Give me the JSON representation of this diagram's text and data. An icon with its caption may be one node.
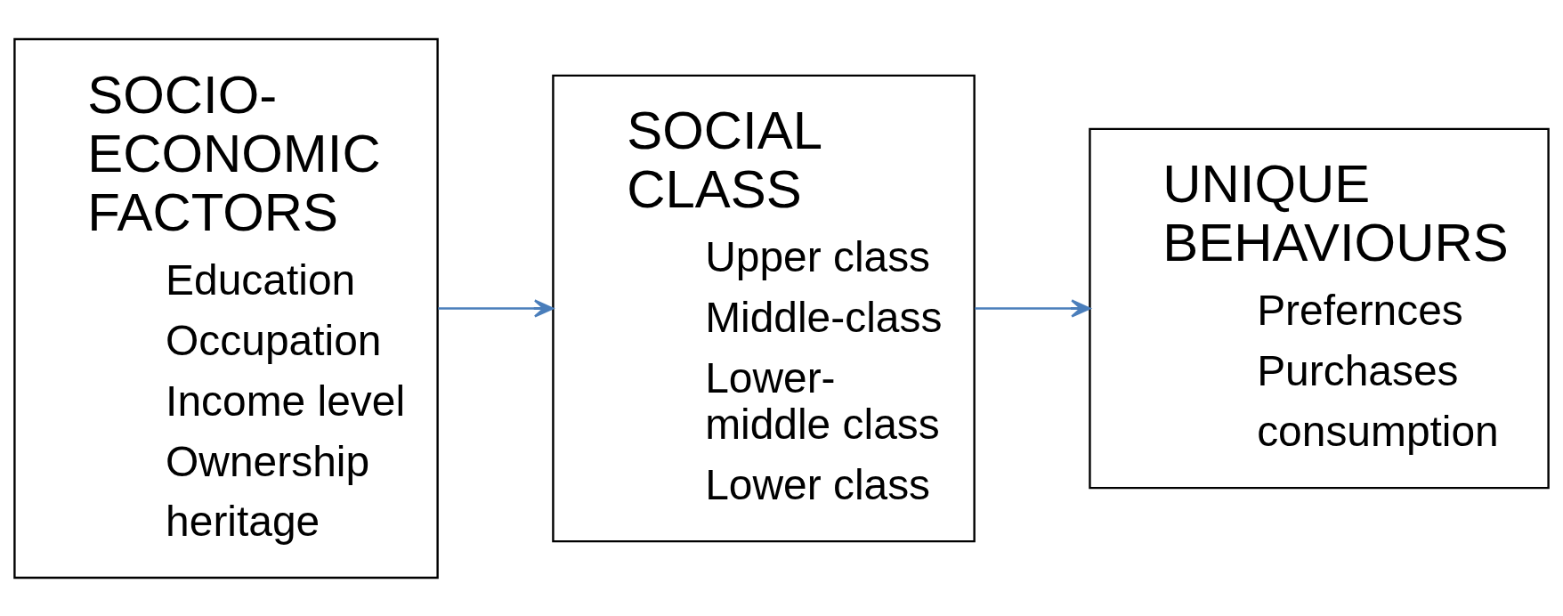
{
  "diagram": {
    "nodes": [
      {
        "text": [
          "SOCIO- ECONOMIC FACTORS",
          "Education",
          "Occupation",
          "Income level",
          "Ownership",
          "heritage"
        ]
      },
      {
        "text": [
          "SOCIAL CLASS",
          "Upper class",
          "Middle-class",
          "Lower- middle class",
          "Lower class"
        ]
      },
      {
        "text": [
          "UNIQUE BEHAVIOURS",
          "Prefernces",
          "Purchases",
          "consumption"
        ]
      }
    ],
    "edges": [
      {
        "from": 0,
        "to": 1,
        "arrow": "to"
      },
      {
        "from": 1,
        "to": 2,
        "arrow": "to"
      }
    ]
  }
}
